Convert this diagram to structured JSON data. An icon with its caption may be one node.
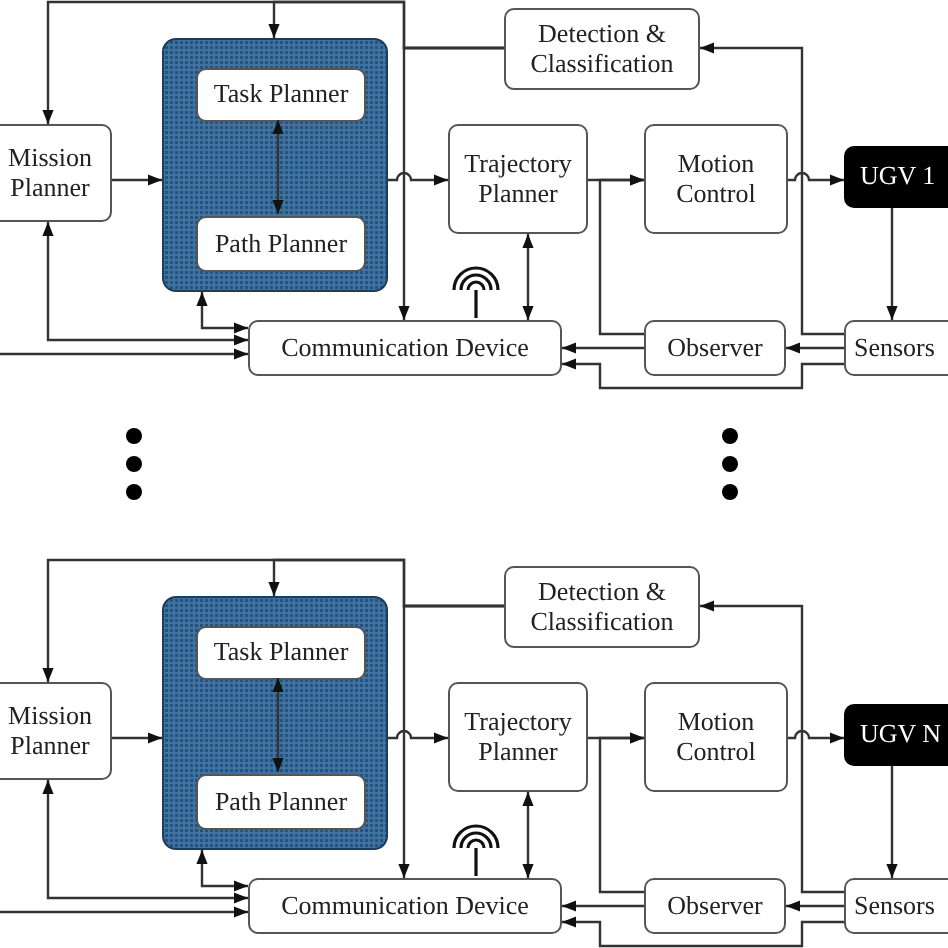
{
  "diagram": {
    "nodes": [
      {
        "text": [
          "Detection & Classification"
        ]
      },
      {
        "text": [
          "Mission Planner"
        ]
      },
      {
        "text": [],
        "shape": "box"
      },
      {
        "text": [
          "Task Planner"
        ],
        "in": 2
      },
      {
        "text": [
          "Path Planner"
        ],
        "in": 2
      },
      {
        "text": [
          "Trajectory Planner"
        ]
      },
      {
        "text": [
          "Motion Control"
        ]
      },
      {
        "text": [
          "UGV 1"
        ]
      },
      {
        "text": [
          "Communication Device"
        ]
      },
      {
        "text": [
          "Observer"
        ]
      },
      {
        "text": [
          "Sensors"
        ]
      },
      {
        "text": [
          "Detection & Classification"
        ]
      },
      {
        "text": [
          "Mission Planner"
        ]
      },
      {
        "text": [],
        "shape": "box"
      },
      {
        "text": [
          "Task Planner"
        ],
        "in": 13
      },
      {
        "text": [
          "Path Planner"
        ],
        "in": 13
      },
      {
        "text": [
          "Trajectory Planner"
        ]
      },
      {
        "text": [
          "Motion Control"
        ]
      },
      {
        "text": [
          "UGV N"
        ]
      },
      {
        "text": [
          "Communication Device"
        ]
      },
      {
        "text": [
          "Observer"
        ]
      },
      {
        "text": [
          "Sensors"
        ]
      }
    ],
    "edges": [
      {
        "from": 0,
        "to": 1,
        "arrow": "to"
      },
      {
        "from": 0,
        "to": 2,
        "arrow": "to"
      },
      {
        "from": 0,
        "to": 8,
        "arrow": "to"
      },
      {
        "from": 1,
        "to": 2,
        "arrow": "to"
      },
      {
        "from": 3,
        "to": 4,
        "arrow": "both"
      },
      {
        "from": 2,
        "to": 5,
        "arrow": "to"
      },
      {
        "from": 5,
        "to": 6,
        "arrow": "to"
      },
      {
        "from": 6,
        "to": 7,
        "arrow": "to"
      },
      {
        "from": 7,
        "to": 10,
        "arrow": "to"
      },
      {
        "from": 10,
        "to": 9,
        "arrow": "to"
      },
      {
        "from": 10,
        "to": 0,
        "arrow": "to"
      },
      {
        "from": 9,
        "to": 6,
        "arrow": "to"
      },
      {
        "from": 9,
        "to": 8,
        "arrow": "to"
      },
      {
        "from": 10,
        "to": 8,
        "arrow": "to"
      },
      {
        "from": 5,
        "to": 8,
        "arrow": "both"
      },
      {
        "from": 8,
        "to": 2,
        "arrow": "both"
      },
      {
        "from": 8,
        "to": 1,
        "arrow": "both"
      },
      {
        "from": null,
        "to": 8,
        "arrow": "to"
      },
      {
        "from": 11,
        "to": 12,
        "arrow": "to"
      },
      {
        "from": 11,
        "to": 13,
        "arrow": "to"
      },
      {
        "from": 11,
        "to": 19,
        "arrow": "to"
      },
      {
        "from": 12,
        "to": 13,
        "arrow": "to"
      },
      {
        "from": 14,
        "to": 15,
        "arrow": "both"
      },
      {
        "from": 13,
        "to": 16,
        "arrow": "to"
      },
      {
        "from": 16,
        "to": 17,
        "arrow": "to"
      },
      {
        "from": 17,
        "to": 18,
        "arrow": "to"
      },
      {
        "from": 18,
        "to": 21,
        "arrow": "to"
      },
      {
        "from": 21,
        "to": 20,
        "arrow": "to"
      },
      {
        "from": 21,
        "to": 11,
        "arrow": "to"
      },
      {
        "from": 20,
        "to": 17,
        "arrow": "to"
      },
      {
        "from": 20,
        "to": 19,
        "arrow": "to"
      },
      {
        "from": 21,
        "to": 19,
        "arrow": "to"
      },
      {
        "from": 16,
        "to": 19,
        "arrow": "both"
      },
      {
        "from": 19,
        "to": 13,
        "arrow": "both"
      },
      {
        "from": 19,
        "to": 12,
        "arrow": "both"
      },
      {
        "from": null,
        "to": 19,
        "arrow": "to"
      }
    ]
  }
}
